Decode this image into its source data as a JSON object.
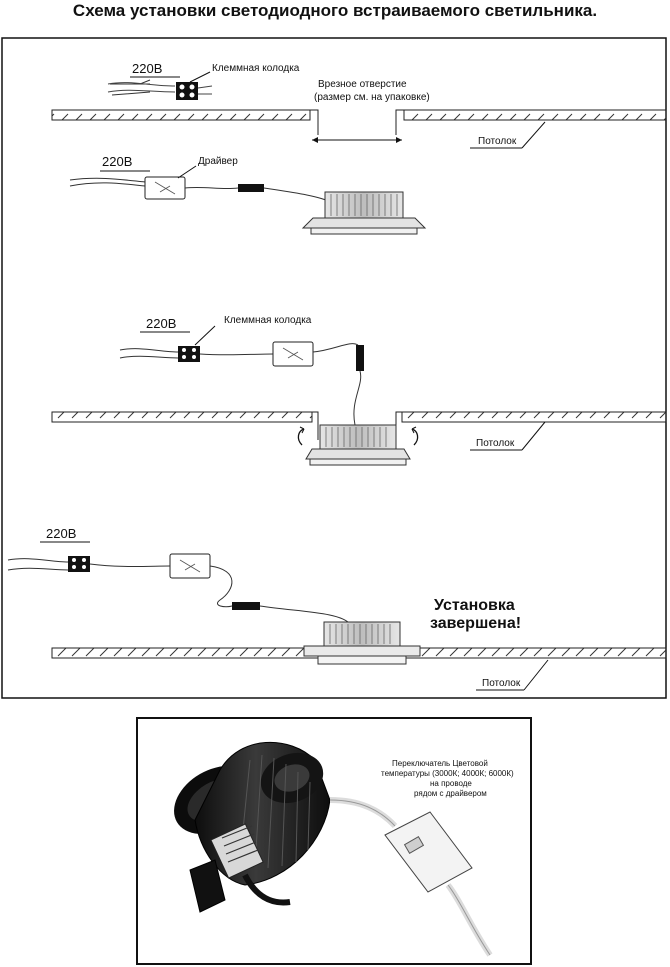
{
  "title": "Схема установки светодиодного встраиваемого светильника.",
  "diagram": {
    "step1": {
      "voltage": "220В",
      "terminal_block": "Клеммная колодка",
      "cutout_line1": "Врезное отверстие",
      "cutout_line2": "(размер см. на упаковке)",
      "ceiling": "Потолок"
    },
    "step2": {
      "voltage": "220В",
      "driver": "Драйвер"
    },
    "step3": {
      "voltage": "220В",
      "terminal_block": "Клеммная колодка",
      "ceiling": "Потолок"
    },
    "step4": {
      "voltage": "220В",
      "done_line1": "Установка",
      "done_line2": "завершена!",
      "ceiling": "Потолок"
    }
  },
  "photo": {
    "caption_line1": "Переключатель Цветовой",
    "caption_line2": "температуры (3000К; 4000К; 6000К)",
    "caption_line3": "на проводе",
    "caption_line4": "рядом с драйвером"
  },
  "colors": {
    "line": "#111111",
    "fixture": "#c8c8c8",
    "photo_body": "#1c1c1c"
  }
}
